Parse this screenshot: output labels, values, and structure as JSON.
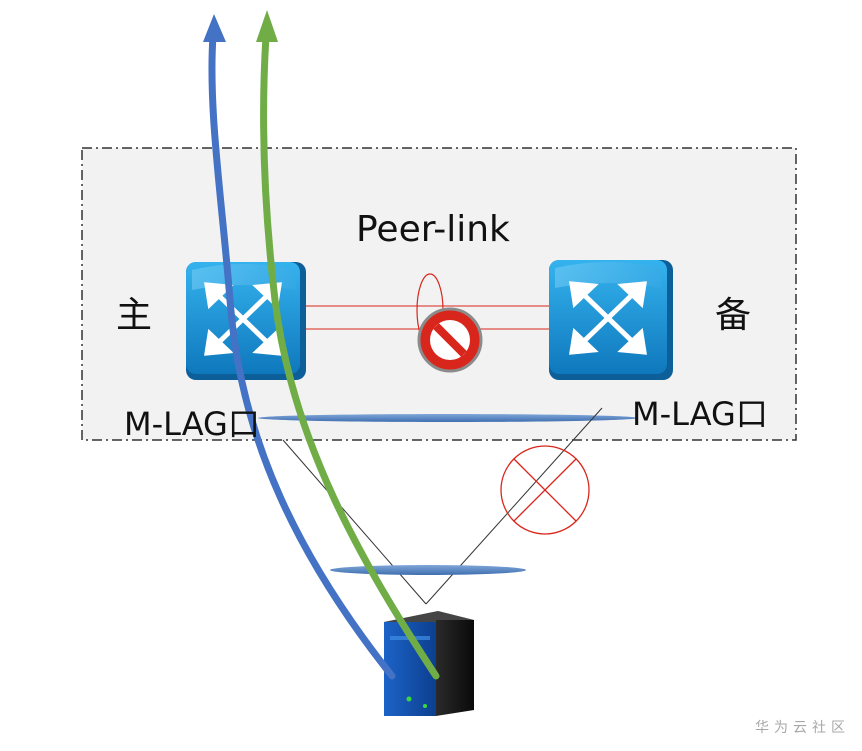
{
  "labels": {
    "peer_link": "Peer-link",
    "primary": "主",
    "backup": "备",
    "mlag_left": "M-LAG口",
    "mlag_right": "M-LAG口"
  },
  "watermark": "华为云社区",
  "colors": {
    "switch_blue": "#1b93d6",
    "flow_blue": "#4472c4",
    "flow_green": "#70ad47",
    "block_red": "#d9261c",
    "box_fill": "#f2f2f2",
    "lag_oval": "#4a7ab5"
  },
  "icons": {
    "switch": "switch-icon",
    "prohibited": "no-entry-icon",
    "blocked_link": "cross-circle-icon",
    "server": "server-icon"
  }
}
